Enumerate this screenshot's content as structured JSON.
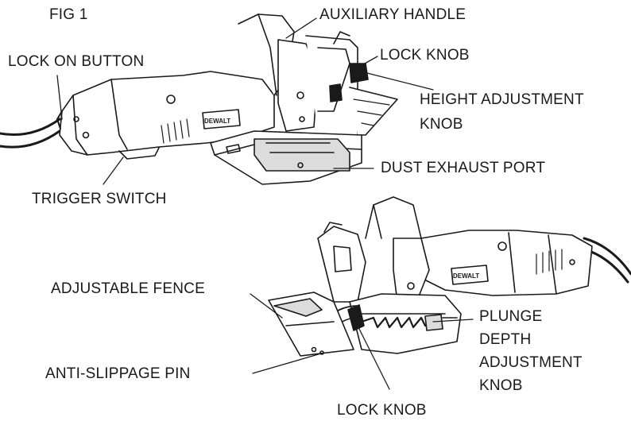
{
  "figure": {
    "title": "FIG 1"
  },
  "labels": {
    "auxiliary_handle": "AUXILIARY HANDLE",
    "lock_on_button": "LOCK ON BUTTON",
    "lock_knob_top": "LOCK KNOB",
    "height_adjustment_knob_line1": "HEIGHT ADJUSTMENT",
    "height_adjustment_knob_line2": "KNOB",
    "dust_exhaust_port": "DUST EXHAUST PORT",
    "trigger_switch": "TRIGGER SWITCH",
    "adjustable_fence": "ADJUSTABLE FENCE",
    "plunge_depth_line1": "PLUNGE",
    "plunge_depth_line2": "DEPTH",
    "plunge_depth_line3": "ADJUSTMENT",
    "plunge_depth_line4": "KNOB",
    "anti_slippage_pin": "ANTI-SLIPPAGE PIN",
    "lock_knob_bottom": "LOCK KNOB"
  },
  "brand": {
    "logo_text": "DEWALT"
  },
  "colors": {
    "ink": "#1a1a1a",
    "fill_light": "#ffffff",
    "fill_shade": "#dcdcdc",
    "fill_dark": "#8a8a8a"
  }
}
